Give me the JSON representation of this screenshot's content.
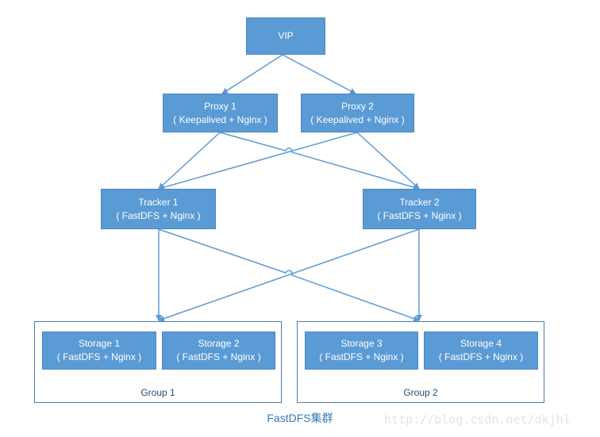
{
  "vip": {
    "label": "VIP"
  },
  "proxies": [
    {
      "title": "Proxy 1",
      "subtitle": "( Keepalived + Nginx )"
    },
    {
      "title": "Proxy 2",
      "subtitle": "( Keepalived + Nginx )"
    }
  ],
  "trackers": [
    {
      "title": "Tracker 1",
      "subtitle": "( FastDFS + Nginx )"
    },
    {
      "title": "Tracker 2",
      "subtitle": "( FastDFS + Nginx )"
    }
  ],
  "groups": [
    {
      "label": "Group 1",
      "storages": [
        {
          "title": "Storage 1",
          "subtitle": "( FastDFS + Nginx )"
        },
        {
          "title": "Storage 2",
          "subtitle": "( FastDFS + Nginx )"
        }
      ]
    },
    {
      "label": "Group 2",
      "storages": [
        {
          "title": "Storage 3",
          "subtitle": "( FastDFS + Nginx )"
        },
        {
          "title": "Storage 4",
          "subtitle": "( FastDFS + Nginx )"
        }
      ]
    }
  ],
  "caption": "FastDFS集群",
  "watermark": "http://blog.csdn.net/dkjhl",
  "colors": {
    "node_fill": "#5b9bd5",
    "line": "#5b9bd5",
    "group_border": "#4a7db5"
  }
}
